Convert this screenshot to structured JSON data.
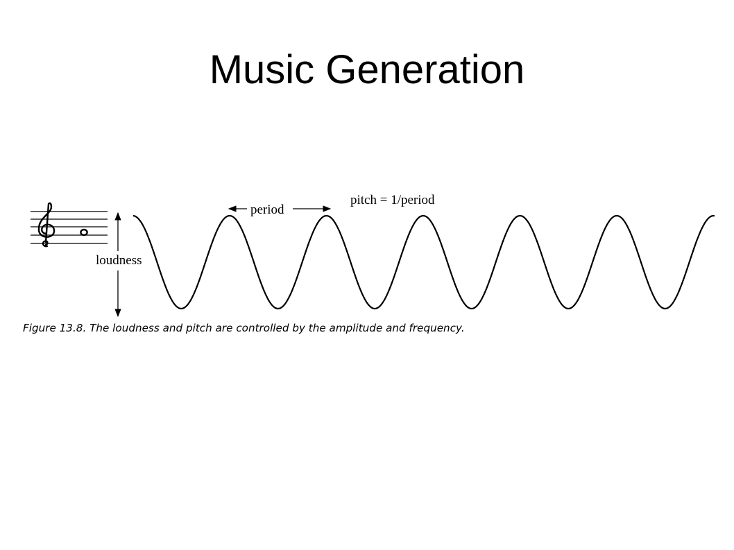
{
  "slide": {
    "title": "Music Generation"
  },
  "figure": {
    "labels": {
      "period": "period",
      "pitch_formula": "pitch = 1/period",
      "loudness": "loudness"
    },
    "caption": "Figure 13.8. The loudness and pitch are controlled by the amplitude and frequency.",
    "staff": {
      "clef": "treble-clef-icon",
      "note": "whole-note-icon"
    },
    "stroke_color": "#000000"
  }
}
